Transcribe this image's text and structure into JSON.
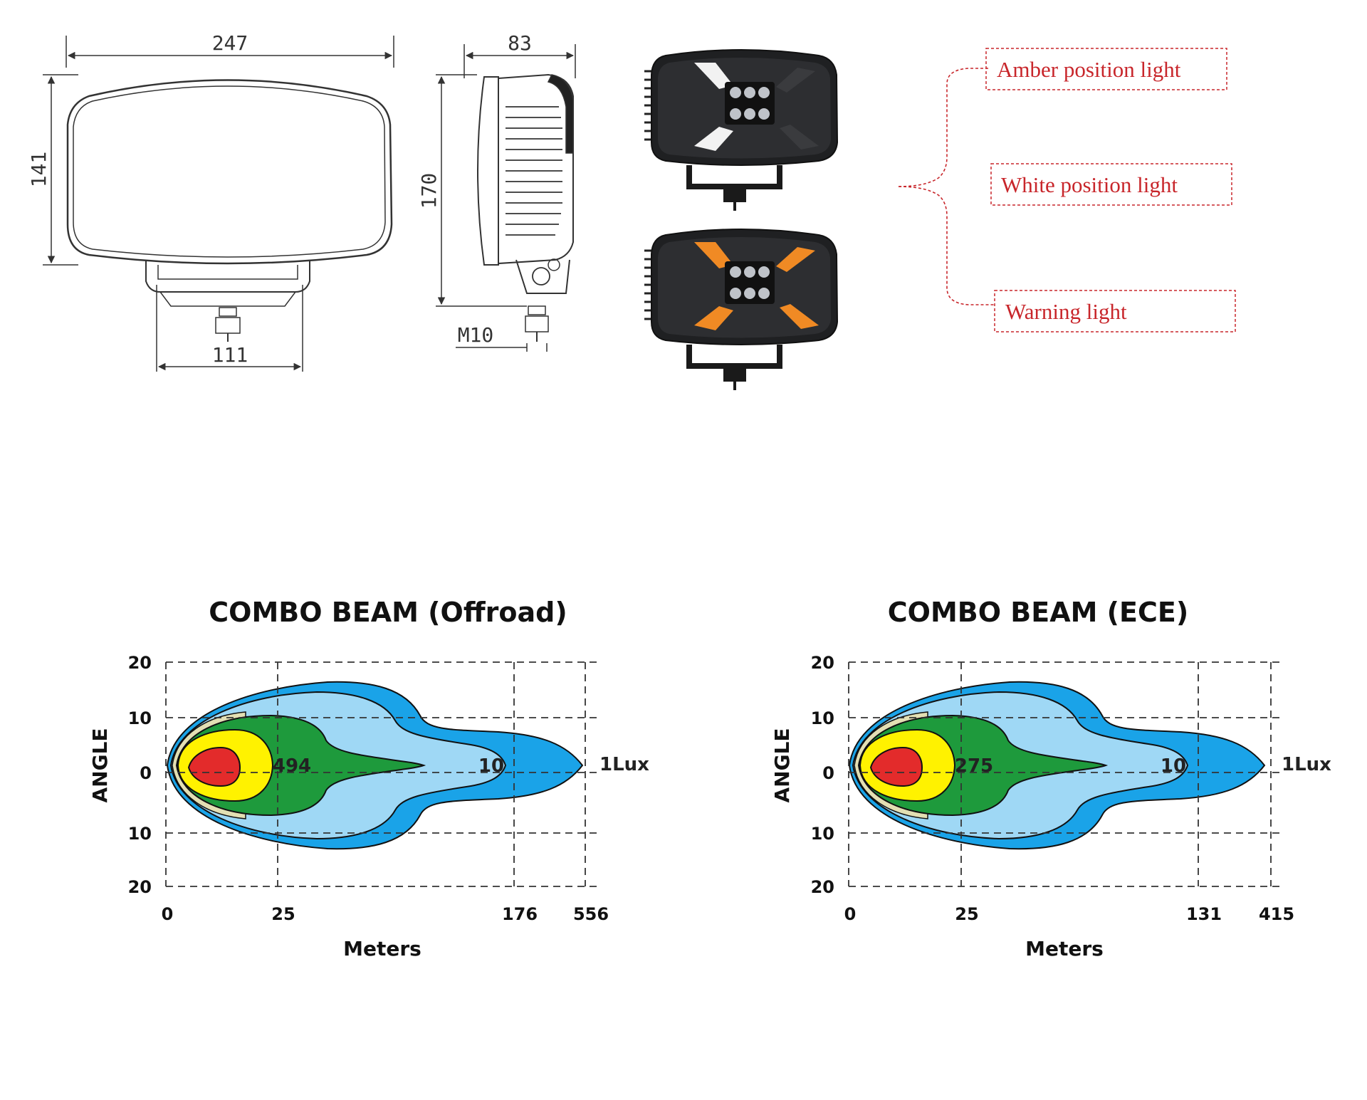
{
  "drawing": {
    "dimensions": {
      "width": "247",
      "height": "141",
      "depth": "83",
      "side_height": "170",
      "bracket_width": "111",
      "bolt": "M10"
    },
    "callouts": [
      {
        "label": "Amber position light"
      },
      {
        "label": "White position light"
      },
      {
        "label": "Warning  light"
      }
    ],
    "colors": {
      "callout": "#c8262b",
      "white_light": "#f2f2f2",
      "amber_light": "#f08a24"
    }
  },
  "chart_data": [
    {
      "type": "area",
      "title": "COMBO  BEAM (Offroad)",
      "xlabel": "Meters",
      "ylabel": "ANGLE",
      "x_ticks": [
        "0",
        "25",
        "176",
        "556"
      ],
      "y_ticks": [
        "20",
        "10",
        "0",
        "10",
        "20"
      ],
      "zone_labels": [
        {
          "text": "494",
          "lux": 494
        },
        {
          "text": "10",
          "lux": 10
        },
        {
          "text": "1Lux",
          "lux": 1
        }
      ],
      "ylim": [
        -20,
        20
      ],
      "grid": true,
      "colors": {
        "red": "#e32b2b",
        "yellow": "#fff200",
        "green": "#1e9a3c",
        "light_blue": "#9fd8f5",
        "blue": "#1aa3e8"
      }
    },
    {
      "type": "area",
      "title": "COMBO  BEAM (ECE)",
      "xlabel": "Meters",
      "ylabel": "ANGLE",
      "x_ticks": [
        "0",
        "25",
        "131",
        "415"
      ],
      "y_ticks": [
        "20",
        "10",
        "0",
        "10",
        "20"
      ],
      "zone_labels": [
        {
          "text": "275",
          "lux": 275
        },
        {
          "text": "10",
          "lux": 10
        },
        {
          "text": "1Lux",
          "lux": 1
        }
      ],
      "ylim": [
        -20,
        20
      ],
      "grid": true,
      "colors": {
        "red": "#e32b2b",
        "yellow": "#fff200",
        "green": "#1e9a3c",
        "light_blue": "#9fd8f5",
        "blue": "#1aa3e8"
      }
    }
  ]
}
